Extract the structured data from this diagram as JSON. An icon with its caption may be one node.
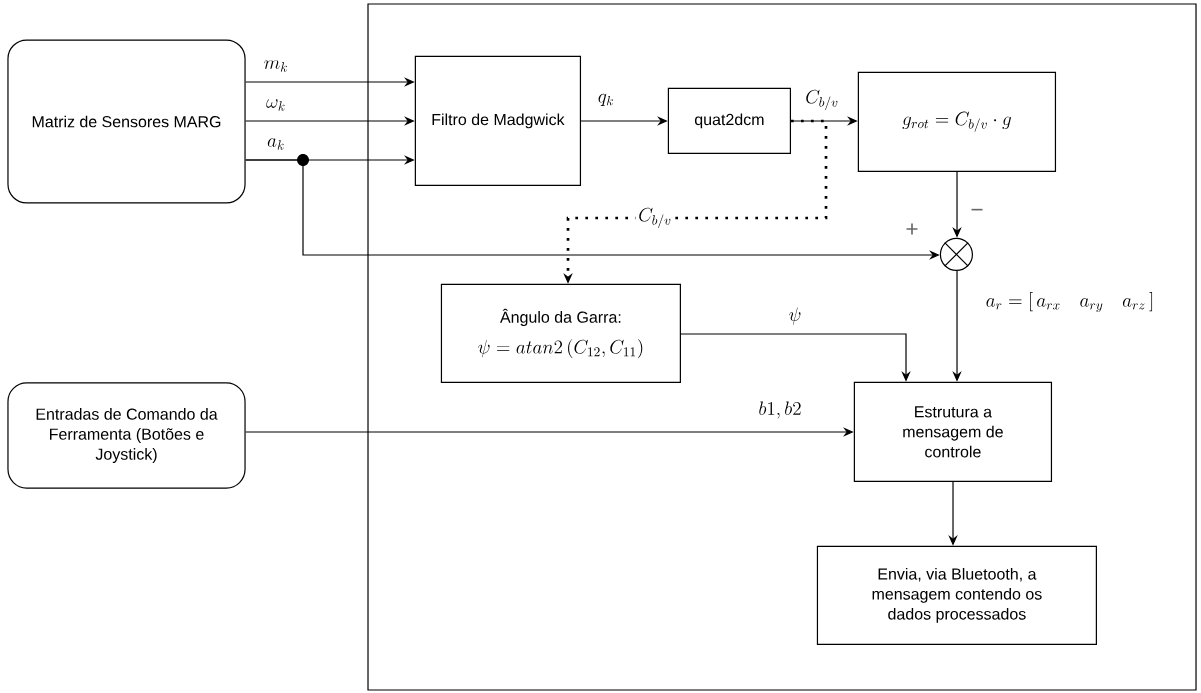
{
  "diagram": {
    "nodes": [
      {
        "text": [],
        "shape": "box"
      },
      {
        "text": [
          "Matriz de Sensores MARG"
        ]
      },
      {
        "text": [
          "Filtro de Madgwick"
        ],
        "in": 0
      },
      {
        "text": [
          "quat2dcm"
        ],
        "in": 0
      },
      {
        "text": [
          "g_{rot} = C_{b/v} \\cdot g"
        ],
        "in": 0
      },
      {
        "text": [],
        "shape": "circle",
        "in": 0
      },
      {
        "text": [
          "Ângulo da Garra:",
          "\\psi = atan2\\left(C_{12}, C_{11}\\right)"
        ],
        "in": 0
      },
      {
        "text": [
          "Entradas de Comando da Ferramenta (Botões e Joystick)"
        ]
      },
      {
        "text": [
          "Estrutura a mensagem de controle"
        ],
        "in": 0
      },
      {
        "text": [
          "Envia, via Bluetooth, a mensagem contendo os dados processados"
        ],
        "in": 0
      }
    ],
    "edges": [
      {
        "from": 1,
        "to": 2,
        "arrow": "to",
        "label": "m_k"
      },
      {
        "from": 1,
        "to": 2,
        "arrow": "to",
        "label": "\\omega_k"
      },
      {
        "from": 1,
        "to": 2,
        "arrow": "to",
        "label": "a_k"
      },
      {
        "from": 1,
        "to": 5,
        "arrow": "to",
        "label": "+"
      },
      {
        "from": 2,
        "to": 3,
        "arrow": "to",
        "label": "q_k"
      },
      {
        "from": 3,
        "to": 4,
        "arrow": "to",
        "label": "C_{b/v}"
      },
      {
        "from": 3,
        "to": 6,
        "arrow": "to",
        "label": "C_{b/v}",
        "style": "dashed"
      },
      {
        "from": 4,
        "to": 5,
        "arrow": "to",
        "label": "−"
      },
      {
        "from": 5,
        "to": 8,
        "arrow": "to",
        "label": "a_r = \\left[\\, a_{rx} \\quad a_{ry} \\quad a_{rz} \\,\\right]"
      },
      {
        "from": 6,
        "to": 8,
        "arrow": "to",
        "label": "\\psi"
      },
      {
        "from": 7,
        "to": 8,
        "arrow": "to",
        "label": "b1, b2"
      },
      {
        "from": 8,
        "to": 9,
        "arrow": "to"
      }
    ]
  }
}
